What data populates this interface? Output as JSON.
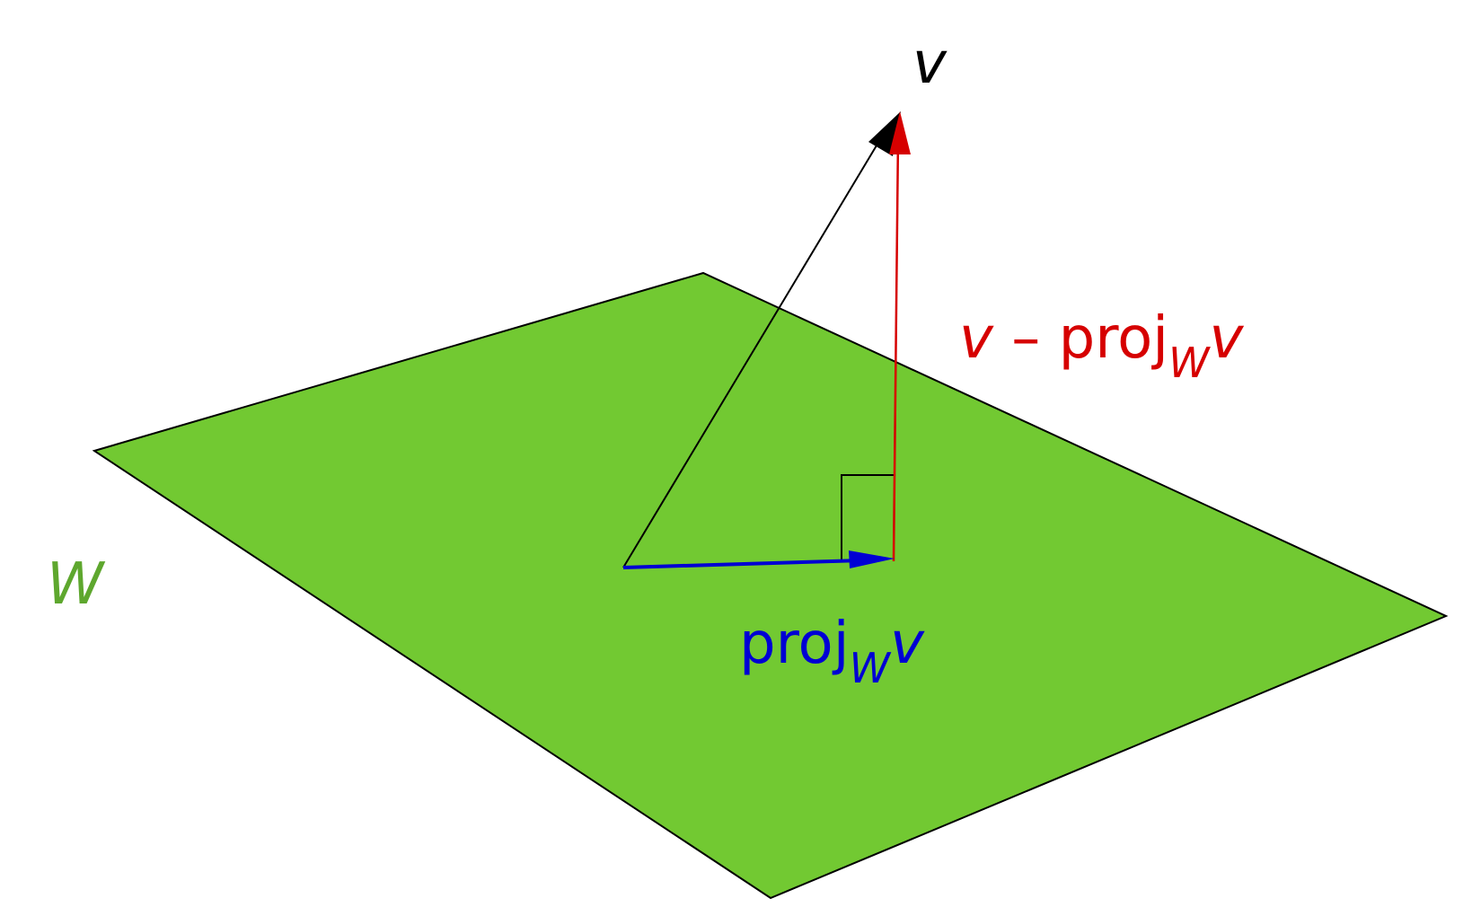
{
  "labels": {
    "v": "v",
    "w_plane": "W",
    "residual": {
      "v": "v",
      "minus": " – ",
      "proj": "proj",
      "sub": "W",
      "v2": "v"
    },
    "projection": {
      "proj": "proj",
      "sub": "W",
      "v": "v"
    }
  },
  "colors": {
    "plane_fill": "#72c932",
    "plane_label": "#5ea72e",
    "vector_v": "#000000",
    "residual": "#d60000",
    "projection": "#0000d4",
    "outline": "#000000"
  }
}
